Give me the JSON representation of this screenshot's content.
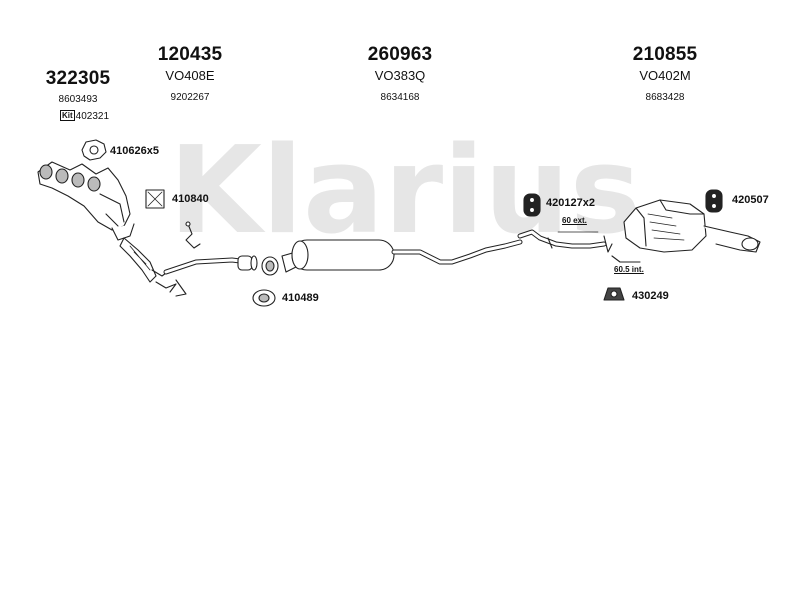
{
  "watermark": {
    "text": "Klarius",
    "color": "#e6e6e6"
  },
  "headers": [
    {
      "code": "322305",
      "oem": "8603493"
    },
    {
      "code": "120435",
      "model": "VO408E",
      "oem": "9202267"
    },
    {
      "code": "260963",
      "model": "VO383Q",
      "oem": "8634168"
    },
    {
      "code": "210855",
      "model": "VO402M",
      "oem": "8683428"
    }
  ],
  "kit": {
    "icon_text": "Kit",
    "code": "402321"
  },
  "parts": {
    "gasket_manifold": "410626x5",
    "clamp_cat": "410840",
    "gasket_pipe": "410489",
    "mount_middle": "420127x2",
    "mount_rear": "420507",
    "mount_bottom": "430249"
  },
  "notes": {
    "ext": "60 ext.",
    "int": "60.5 int."
  },
  "colors": {
    "line": "#222222",
    "fill": "#ffffff",
    "shade": "#bbbbbb"
  }
}
